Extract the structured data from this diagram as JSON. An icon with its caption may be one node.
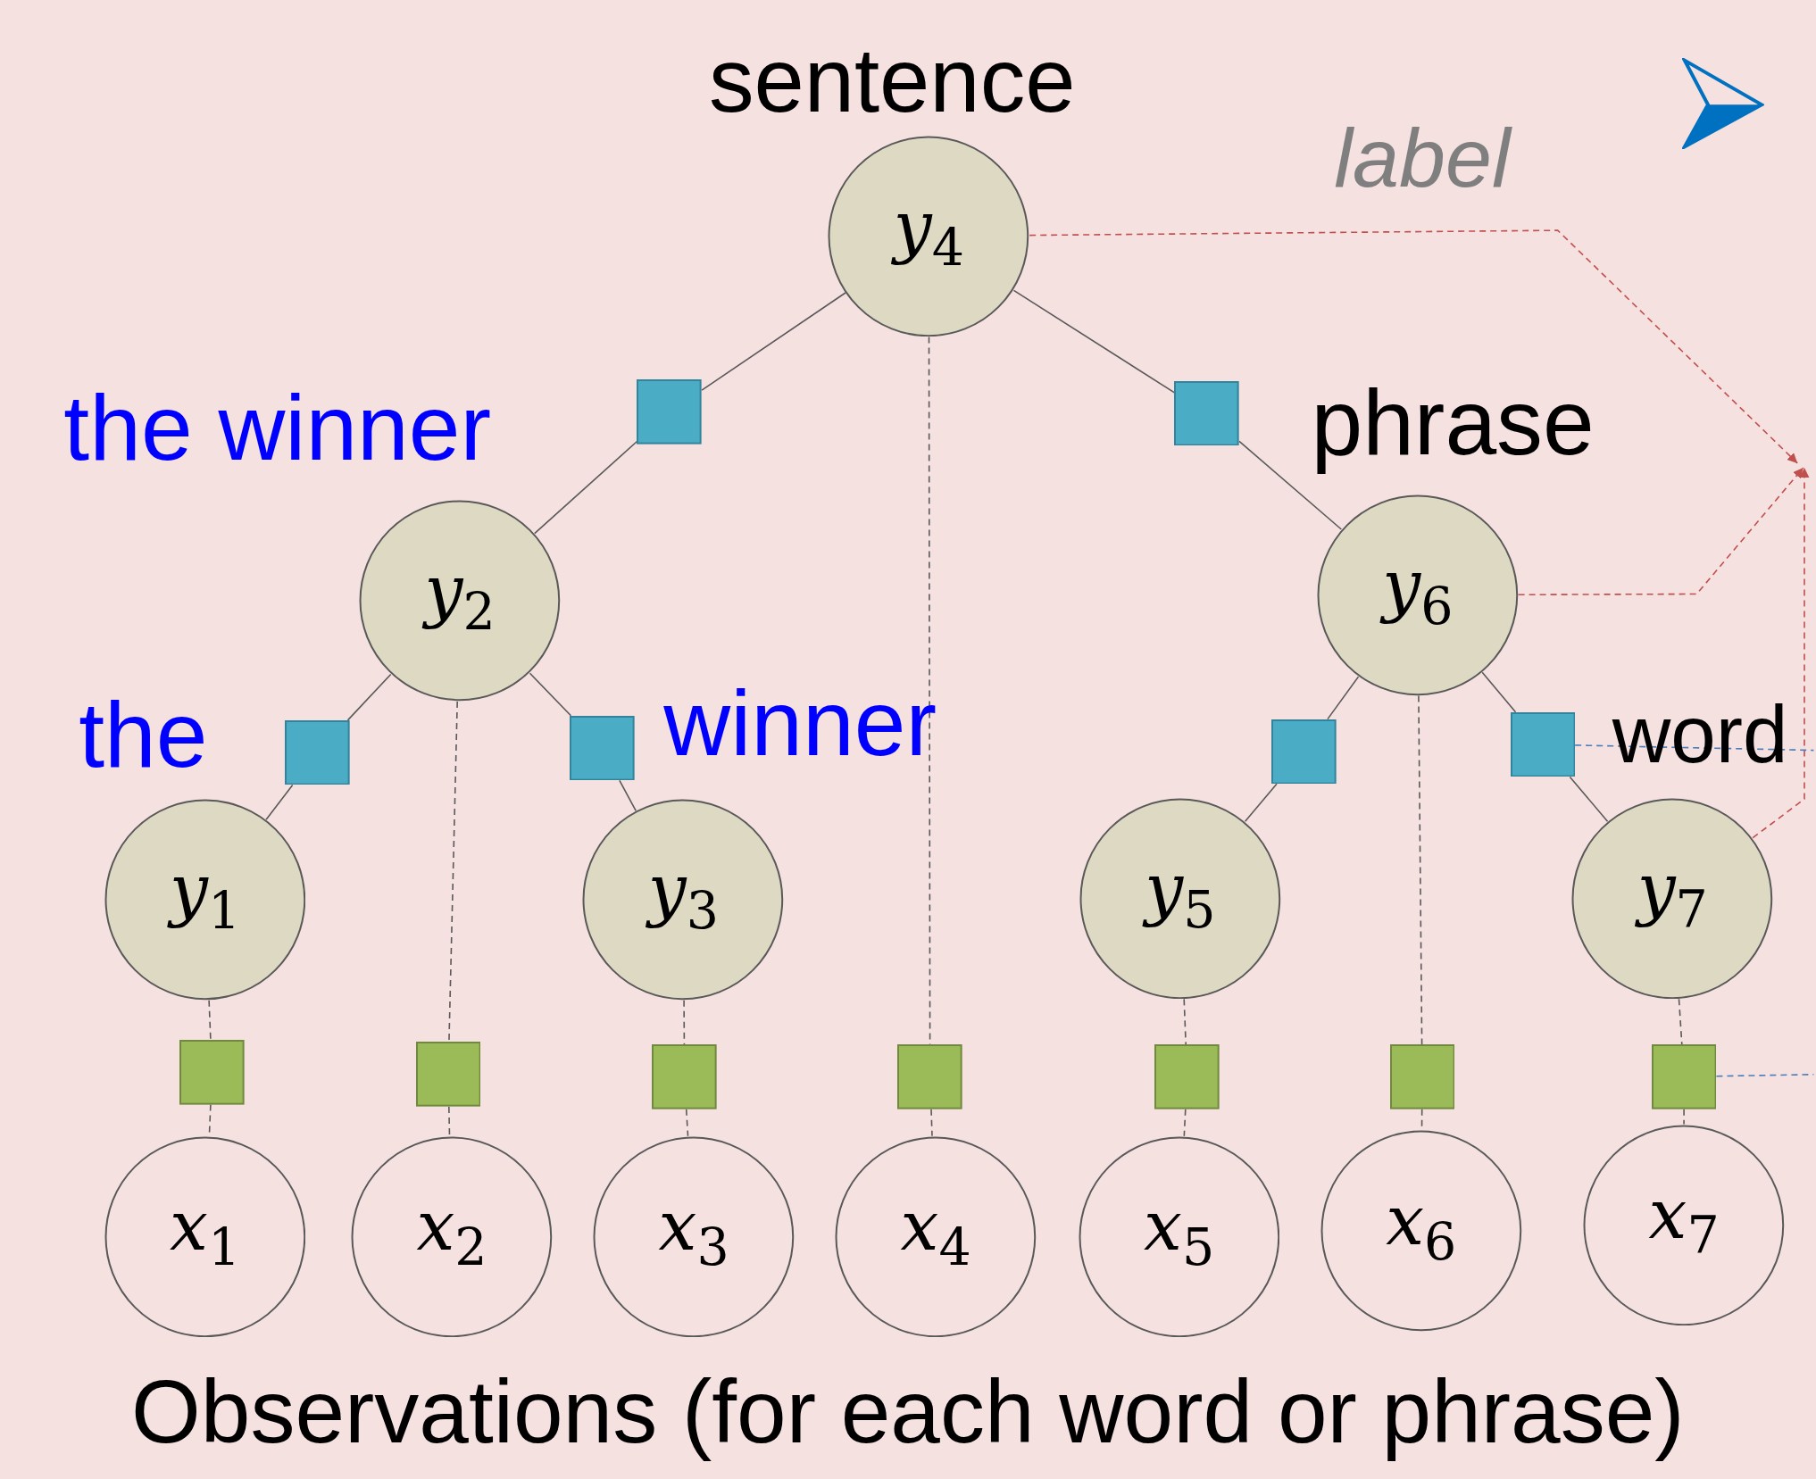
{
  "diagram": {
    "caption": "Observations (for each word or phrase)",
    "nodes": [
      {
        "text": [
          "*y*$_{4}$"
        ],
        "beside": [
          "sentence"
        ]
      },
      {
        "text": [],
        "shape": "box"
      },
      {
        "text": [],
        "shape": "box"
      },
      {
        "text": [
          "*y*$_{2}$"
        ],
        "beside": [
          "the winner"
        ]
      },
      {
        "text": [
          "*y*$_{6}$"
        ],
        "beside": [
          "phrase"
        ]
      },
      {
        "text": [],
        "shape": "box"
      },
      {
        "text": [],
        "shape": "box"
      },
      {
        "text": [],
        "shape": "box"
      },
      {
        "text": [],
        "shape": "box"
      },
      {
        "text": [
          "*y*$_{1}$"
        ],
        "beside": [
          "the"
        ]
      },
      {
        "text": [
          "*y*$_{3}$"
        ],
        "beside": [
          "winner"
        ]
      },
      {
        "text": [
          "*y*$_{5}$"
        ]
      },
      {
        "text": [
          "*y*$_{7}$"
        ],
        "beside": [
          "word"
        ]
      },
      {
        "text": [],
        "shape": "box"
      },
      {
        "text": [],
        "shape": "box"
      },
      {
        "text": [],
        "shape": "box"
      },
      {
        "text": [],
        "shape": "box"
      },
      {
        "text": [],
        "shape": "box"
      },
      {
        "text": [],
        "shape": "box"
      },
      {
        "text": [],
        "shape": "box"
      },
      {
        "text": [
          "*x*$_{1}$"
        ]
      },
      {
        "text": [
          "*x*$_{2}$"
        ]
      },
      {
        "text": [
          "*x*$_{3}$"
        ]
      },
      {
        "text": [
          "*x*$_{4}$"
        ]
      },
      {
        "text": [
          "*x*$_{5}$"
        ]
      },
      {
        "text": [
          "*x*$_{6}$"
        ]
      },
      {
        "text": [
          "*x*$_{7}$"
        ]
      }
    ],
    "edges": [
      {
        "from": 0,
        "to": 1,
        "arrow": "none"
      },
      {
        "from": 1,
        "to": 3,
        "arrow": "none"
      },
      {
        "from": 0,
        "to": 2,
        "arrow": "none"
      },
      {
        "from": 2,
        "to": 4,
        "arrow": "none"
      },
      {
        "from": 3,
        "to": 5,
        "arrow": "none"
      },
      {
        "from": 5,
        "to": 9,
        "arrow": "none"
      },
      {
        "from": 3,
        "to": 6,
        "arrow": "none"
      },
      {
        "from": 6,
        "to": 10,
        "arrow": "none"
      },
      {
        "from": 4,
        "to": 7,
        "arrow": "none"
      },
      {
        "from": 7,
        "to": 11,
        "arrow": "none"
      },
      {
        "from": 4,
        "to": 8,
        "arrow": "none"
      },
      {
        "from": 8,
        "to": 12,
        "arrow": "none"
      },
      {
        "from": 9,
        "to": 13,
        "arrow": "none",
        "style": "dashed"
      },
      {
        "from": 13,
        "to": 20,
        "arrow": "none",
        "style": "dashed"
      },
      {
        "from": 3,
        "to": 14,
        "arrow": "none",
        "style": "dashed"
      },
      {
        "from": 14,
        "to": 21,
        "arrow": "none",
        "style": "dashed"
      },
      {
        "from": 10,
        "to": 15,
        "arrow": "none",
        "style": "dashed"
      },
      {
        "from": 15,
        "to": 22,
        "arrow": "none",
        "style": "dashed"
      },
      {
        "from": 0,
        "to": 16,
        "arrow": "none",
        "style": "dashed"
      },
      {
        "from": 16,
        "to": 23,
        "arrow": "none",
        "style": "dashed"
      },
      {
        "from": 11,
        "to": 17,
        "arrow": "none",
        "style": "dashed"
      },
      {
        "from": 17,
        "to": 24,
        "arrow": "none",
        "style": "dashed"
      },
      {
        "from": 4,
        "to": 18,
        "arrow": "none",
        "style": "dashed"
      },
      {
        "from": 18,
        "to": 25,
        "arrow": "none",
        "style": "dashed"
      },
      {
        "from": 12,
        "to": 19,
        "arrow": "none",
        "style": "dashed"
      },
      {
        "from": 19,
        "to": 26,
        "arrow": "none",
        "style": "dashed"
      },
      {
        "from": 0,
        "to": null,
        "arrow": "to",
        "style": "dashed",
        "color": "#c0504d"
      },
      {
        "from": 4,
        "to": null,
        "arrow": "to",
        "style": "dashed",
        "color": "#c0504d"
      },
      {
        "from": 12,
        "to": null,
        "arrow": "to",
        "style": "dashed",
        "color": "#c0504d"
      },
      {
        "from": 8,
        "to": null,
        "arrow": "none",
        "style": "dashed",
        "color": "#4a7ebb"
      },
      {
        "from": 19,
        "to": null,
        "arrow": "none",
        "style": "dashed",
        "color": "#4a7ebb"
      }
    ],
    "labels": [
      "label"
    ]
  }
}
